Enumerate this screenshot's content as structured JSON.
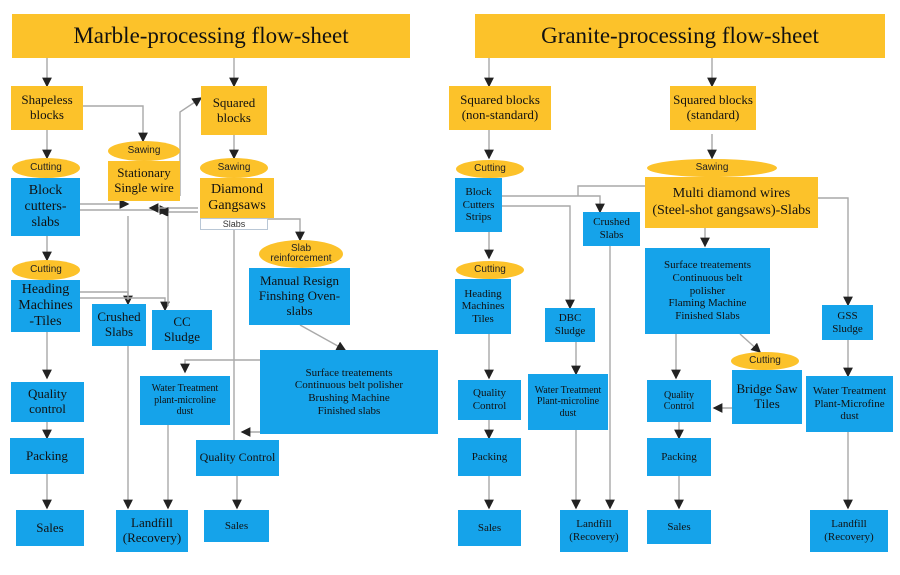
{
  "marble": {
    "title": "Marble-processing flow-sheet",
    "shapeless_blocks": "Shapeless\nblocks",
    "squared_blocks": "Squared\nblocks",
    "cutting_1": "Cutting",
    "block_cutters_slabs": "Block\ncutters-\nslabs",
    "sawing_1": "Sawing",
    "stationary_single_wire": "Stationary\nSingle wire",
    "sawing_2": "Sawing",
    "diamond_gangsaws": "Diamond\nGangsaws",
    "slabs_tag": "Slabs",
    "cutting_2": "Cutting",
    "heading_machines_tiles": "Heading\nMachines\n-Tiles",
    "crushed_slabs": "Crushed\nSlabs",
    "cc_sludge": "CC\nSludge",
    "slab_reinforcement": "Slab\nreinforcement",
    "manual_resign": "Manual Resign\nFinshing Oven-\nslabs",
    "surface_treatments": "Surface treatements\nContinuous belt polisher\nBrushing Machine\nFinished slabs",
    "water_treatment": "Water Treatment\nplant-microline\ndust",
    "quality_control_left": "Quality\ncontrol",
    "quality_control_mid": "Quality Control",
    "packing": "Packing",
    "sales_left": "Sales",
    "landfill": "Landfill\n(Recovery)",
    "sales_mid": "Sales"
  },
  "granite": {
    "title": "Granite-processing flow-sheet",
    "squared_nonstandard": "Squared blocks\n(non-standard)",
    "squared_standard": "Squared blocks\n(standard)",
    "cutting_1": "Cutting",
    "block_cutters_strips": "Block\nCutters\nStrips",
    "sawing": "Sawing",
    "multi_diamond": "Multi diamond wires\n(Steel-shot gangsaws)-Slabs",
    "crushed_slabs": "Crushed\nSlabs",
    "cutting_2": "Cutting",
    "heading_machines_tiles": "Heading\nMachines\nTiles",
    "dbc_sludge": "DBC\nSludge",
    "surface_treatments": "Surface treatements\nContinuous belt\npolisher\nFlaming Machine\nFinished Slabs",
    "gss_sludge": "GSS\nSludge",
    "cutting_3": "Cutting",
    "bridge_saw_tiles": "Bridge Saw\nTiles",
    "quality_control_left": "Quality\nControl",
    "water_treatment_left": "Water Treatment\nPlant-microline\ndust",
    "quality_control_mid": "Quality\nControl",
    "water_treatment_right": "Water Treatment\nPlant-Microfine\ndust",
    "packing_left": "Packing",
    "packing_mid": "Packing",
    "sales_left": "Sales",
    "landfill_left": "Landfill\n(Recovery)",
    "sales_mid": "Sales",
    "landfill_right": "Landfill\n(Recovery)"
  },
  "colors": {
    "blue_box": "#15a3ea",
    "yellow_box": "#fcc22a",
    "connector": "#a9a9a9"
  }
}
